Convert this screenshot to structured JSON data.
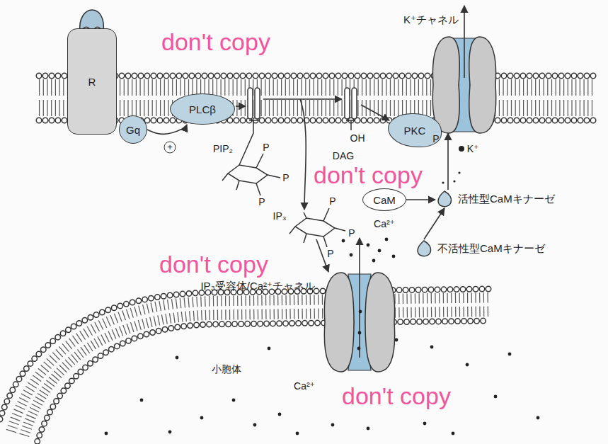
{
  "diagram": {
    "nodes": [
      {
        "text": [
          "R"
        ]
      },
      {
        "text": [
          "Gq"
        ]
      },
      {
        "text": [
          "PLCβ"
        ]
      },
      {
        "text": [
          "PKC"
        ]
      },
      {
        "text": [
          "K⁺チャネル"
        ]
      },
      {
        "text": [
          "CaM"
        ]
      },
      {
        "text": [
          "活性型CaMキナーゼ"
        ]
      },
      {
        "text": [
          "不活性型CaMキナーゼ"
        ]
      },
      {
        "text": [
          "IP₃受容体/Ca²⁺チャネル"
        ]
      }
    ],
    "edges": [
      {
        "from": 1,
        "to": 2,
        "arrow": "to"
      },
      {
        "from": 5,
        "to": 6,
        "arrow": "to"
      },
      {
        "from": 7,
        "to": 6,
        "arrow": "to"
      },
      {
        "from": 6,
        "to": 4,
        "arrow": "to"
      }
    ],
    "labels": [
      "don't copy",
      "+",
      "PIP₂",
      "P",
      "P",
      "P",
      "OH",
      "P",
      "K⁺",
      "DAG",
      "don't copy",
      "Ca²⁺",
      "IP₃",
      "P",
      "P",
      "P",
      "don't copy",
      "小胞体",
      "Ca²⁺",
      "don't copy"
    ]
  }
}
